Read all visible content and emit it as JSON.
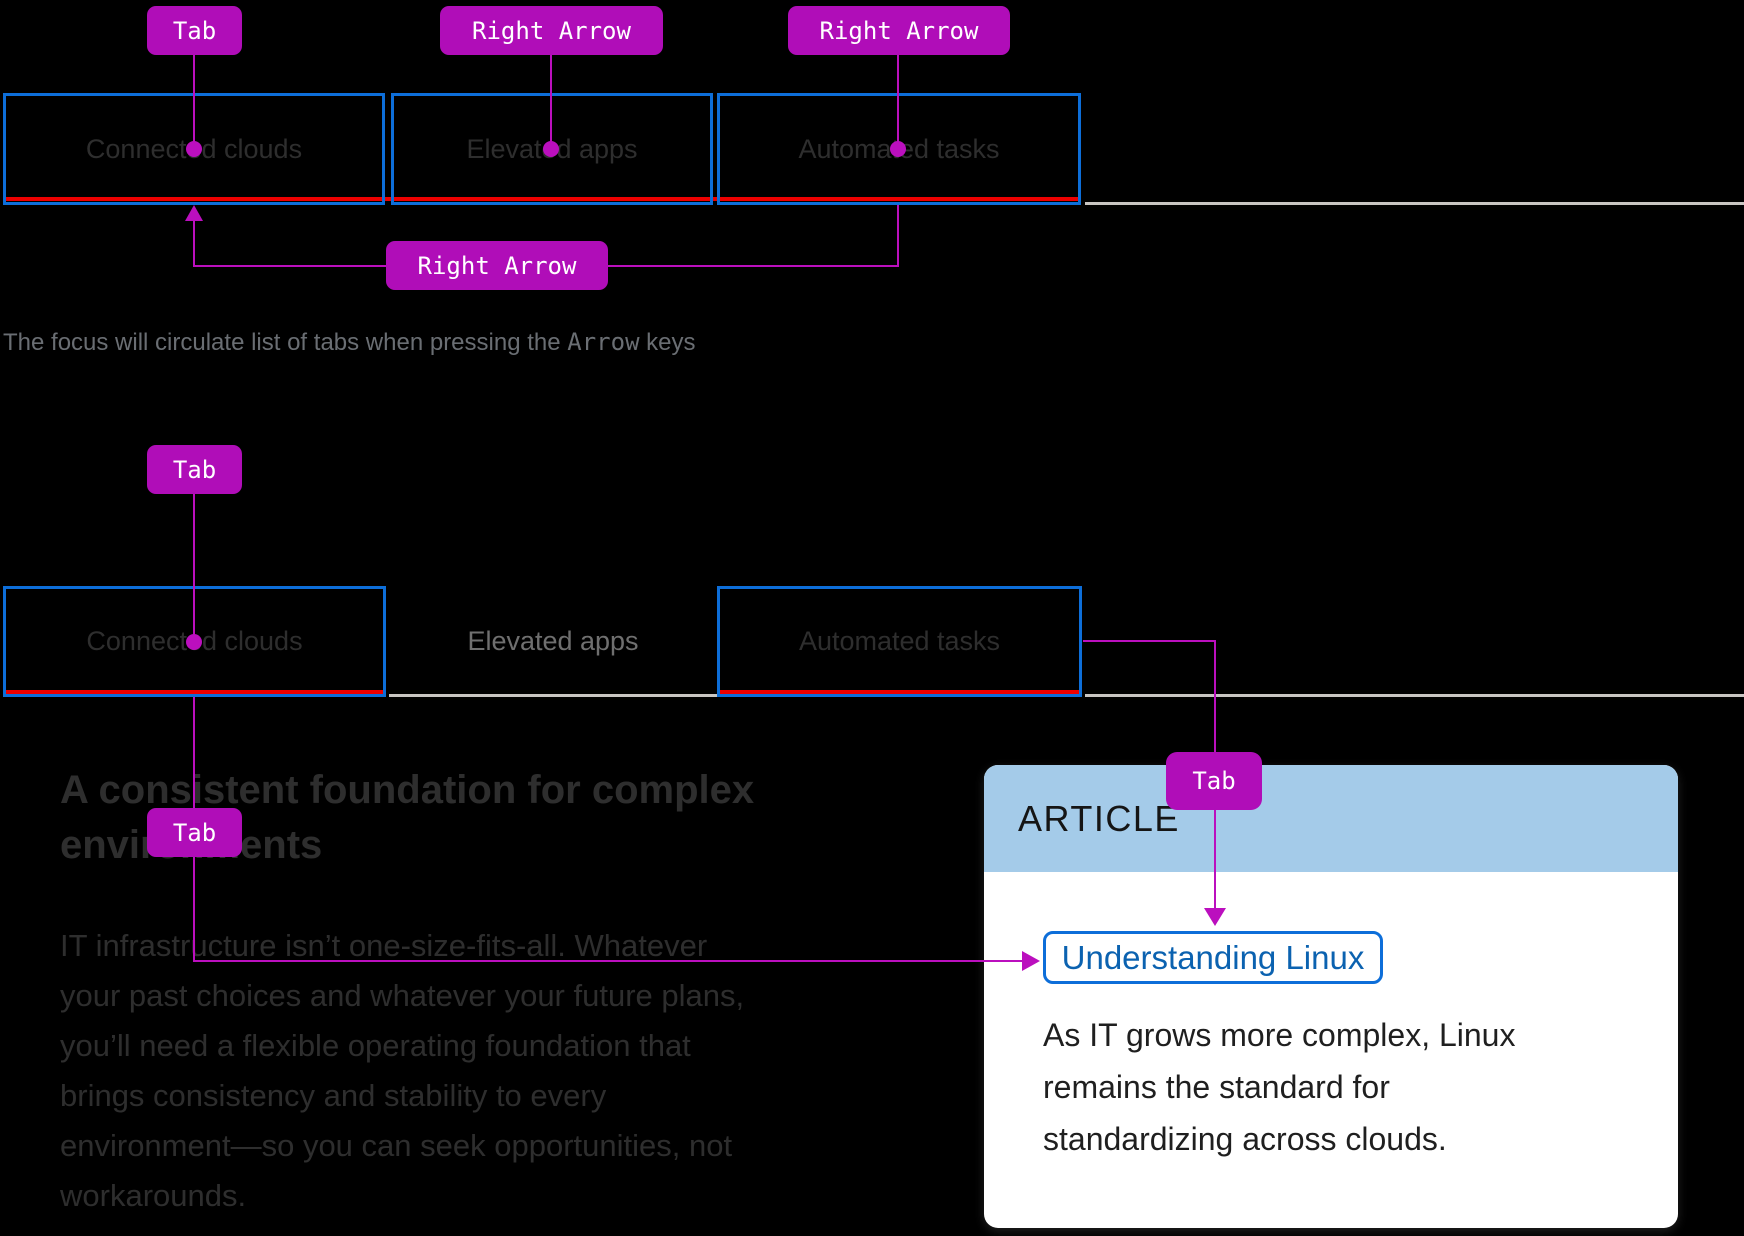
{
  "keys": {
    "tab": "Tab",
    "right_arrow": "Right Arrow"
  },
  "tabs": {
    "tab1": "Connected clouds",
    "tab2": "Elevated apps",
    "tab3": "Automated tasks"
  },
  "caption": {
    "before": "The focus will circulate list of tabs when pressing the ",
    "key": "Arrow",
    "after": " keys"
  },
  "content": {
    "heading_line1": "A consistent foundation for complex",
    "heading_line2": "environments",
    "body_lines": [
      "IT infrastructure isn’t one-size-fits-all. Whatever",
      "your past choices and whatever your future plans,",
      "you’ll need a flexible operating foundation that",
      "brings consistency and stability to every",
      "environment—so you can seek opportunities, not",
      "workarounds."
    ]
  },
  "card": {
    "eyebrow": "ARTICLE",
    "link_label": "Understanding Linux",
    "body_lines": [
      "As IT grows more complex, Linux",
      "remains the standard for",
      "standardizing across clouds."
    ]
  },
  "colors": {
    "accent_magenta": "#b00db8",
    "line_magenta": "#bb0fbe",
    "tab_border_blue": "#0d6ed9",
    "active_red": "#ee0000",
    "separator_gray": "#c8c5c2",
    "card_header_blue": "#a4cbe9",
    "link_blue": "#0b62b0"
  }
}
